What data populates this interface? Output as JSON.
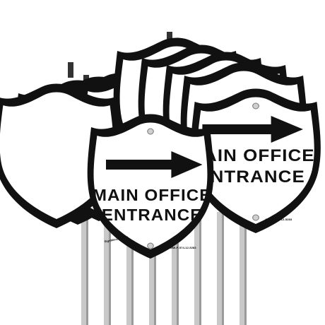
{
  "scene": {
    "description_label": "product-photo",
    "colors": {
      "background": "#ffffff",
      "sign_face": "#ffffff",
      "sign_border": "#111111",
      "arrow": "#111111",
      "post": "#c8c8c8",
      "post_shadow": "#9a9a9a"
    }
  },
  "front_sign": {
    "line1": "MAIN OFFICE",
    "line2": "ENTRANCE",
    "brand": "SignMission.com",
    "part_number": "SMI-P-574-12-5283",
    "arrow_icon": "arrow-right-icon"
  },
  "right_sign": {
    "line1": "MAIN OFFICE",
    "line2": "ENTRANCE",
    "part_number": "SMI-P-574-12-5283",
    "arrow_icon": "arrow-right-icon"
  },
  "sign_count": 10
}
